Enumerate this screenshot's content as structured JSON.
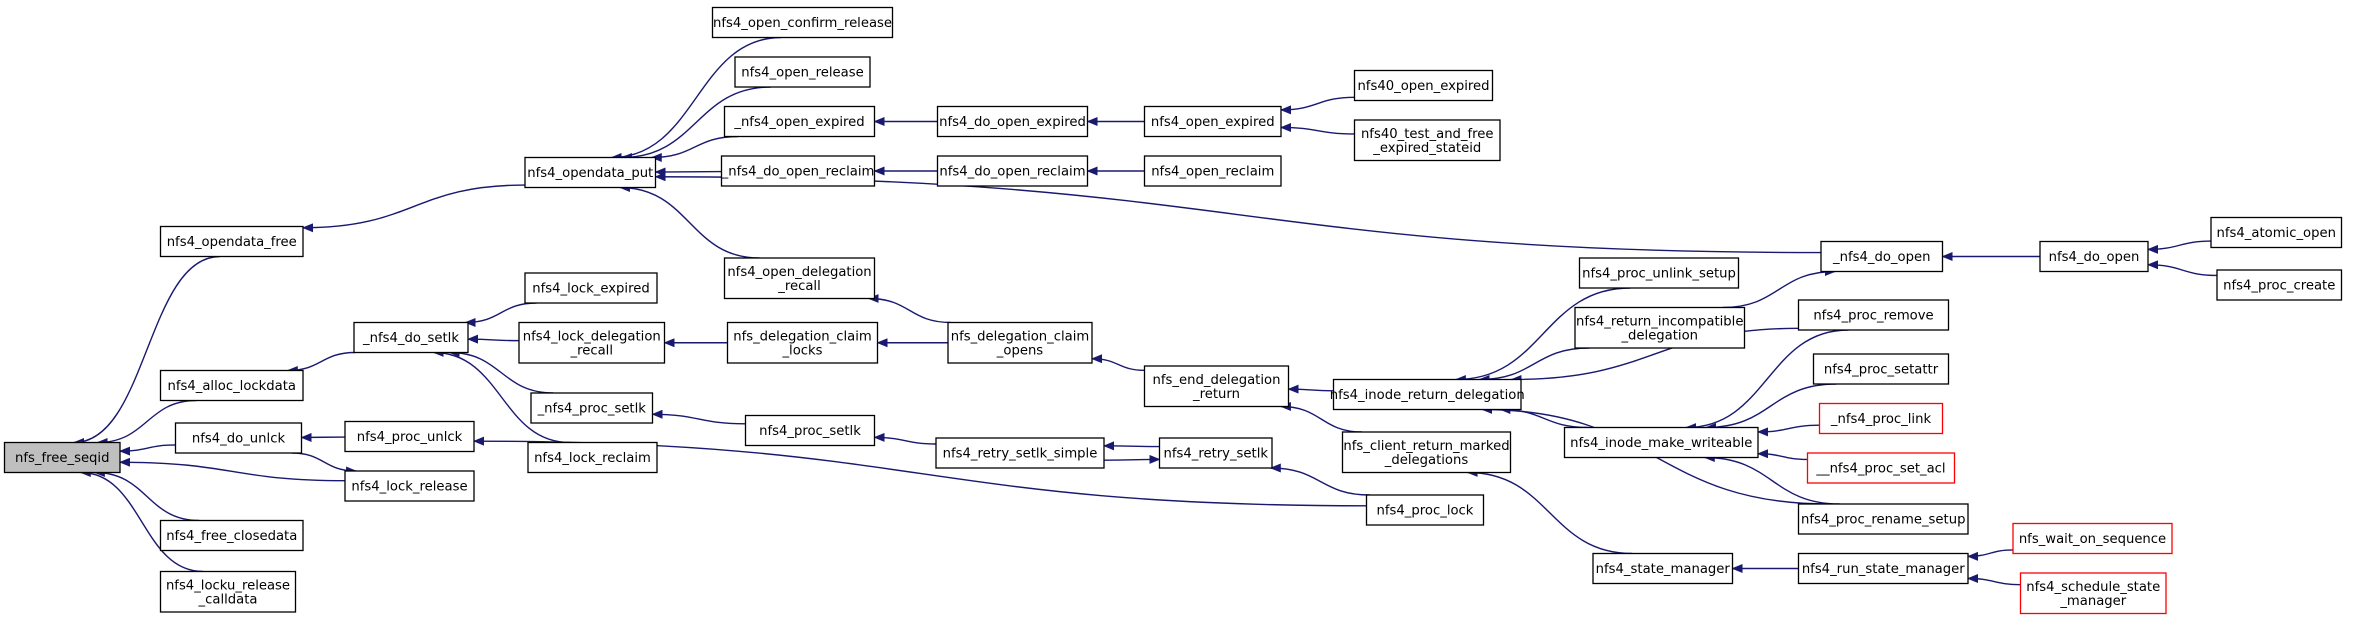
{
  "colors": {
    "edge": "#191970",
    "root_fill": "#bfbfbf",
    "red_border": "#ff0000"
  },
  "nodes": [
    {
      "id": "n0",
      "lines": [
        "nfs_free_seqid"
      ],
      "style": "root"
    },
    {
      "id": "n1",
      "lines": [
        "nfs4_opendata_free"
      ]
    },
    {
      "id": "n2",
      "lines": [
        "nfs4_alloc_lockdata"
      ]
    },
    {
      "id": "n3",
      "lines": [
        "nfs4_do_unlck"
      ]
    },
    {
      "id": "n4",
      "lines": [
        "nfs4_lock_release"
      ]
    },
    {
      "id": "n5",
      "lines": [
        "nfs4_free_closedata"
      ]
    },
    {
      "id": "n6",
      "lines": [
        "nfs4_locku_release",
        "_calldata"
      ]
    },
    {
      "id": "n7",
      "lines": [
        "nfs4_opendata_put"
      ]
    },
    {
      "id": "n8",
      "lines": [
        "_nfs4_do_setlk"
      ]
    },
    {
      "id": "n9",
      "lines": [
        "nfs4_proc_unlck"
      ]
    },
    {
      "id": "n10",
      "lines": [
        "nfs4_open_confirm_release"
      ]
    },
    {
      "id": "n11",
      "lines": [
        "nfs4_open_release"
      ]
    },
    {
      "id": "n12",
      "lines": [
        "_nfs4_open_expired"
      ]
    },
    {
      "id": "n13",
      "lines": [
        "_nfs4_do_open_reclaim"
      ]
    },
    {
      "id": "n14",
      "lines": [
        "nfs4_open_delegation",
        "_recall"
      ]
    },
    {
      "id": "n15",
      "lines": [
        "nfs4_lock_expired"
      ]
    },
    {
      "id": "n16",
      "lines": [
        "nfs4_lock_delegation",
        "_recall"
      ]
    },
    {
      "id": "n17",
      "lines": [
        "_nfs4_proc_setlk"
      ]
    },
    {
      "id": "n18",
      "lines": [
        "nfs4_lock_reclaim"
      ]
    },
    {
      "id": "n19",
      "lines": [
        "nfs4_do_open_expired"
      ]
    },
    {
      "id": "n20",
      "lines": [
        "nfs4_do_open_reclaim"
      ]
    },
    {
      "id": "n21",
      "lines": [
        "nfs_delegation_claim",
        "_locks"
      ]
    },
    {
      "id": "n22",
      "lines": [
        "nfs4_proc_setlk"
      ]
    },
    {
      "id": "n23",
      "lines": [
        "nfs4_open_expired"
      ]
    },
    {
      "id": "n24",
      "lines": [
        "nfs4_open_reclaim"
      ]
    },
    {
      "id": "n25",
      "lines": [
        "nfs_delegation_claim",
        "_opens"
      ]
    },
    {
      "id": "n26",
      "lines": [
        "nfs4_retry_setlk_simple"
      ]
    },
    {
      "id": "n27",
      "lines": [
        "nfs40_open_expired"
      ]
    },
    {
      "id": "n28",
      "lines": [
        "nfs40_test_and_free",
        "_expired_stateid"
      ]
    },
    {
      "id": "n29",
      "lines": [
        "nfs_end_delegation",
        "_return"
      ]
    },
    {
      "id": "n30",
      "lines": [
        "nfs4_retry_setlk"
      ]
    },
    {
      "id": "n31",
      "lines": [
        "nfs4_proc_unlink_setup"
      ]
    },
    {
      "id": "n32",
      "lines": [
        "nfs4_return_incompatible",
        "_delegation"
      ]
    },
    {
      "id": "n33",
      "lines": [
        "nfs4_inode_return_delegation"
      ]
    },
    {
      "id": "n34",
      "lines": [
        "nfs_client_return_marked",
        "_delegations"
      ]
    },
    {
      "id": "n35",
      "lines": [
        "nfs4_inode_make_writeable"
      ]
    },
    {
      "id": "n36",
      "lines": [
        "nfs4_state_manager"
      ]
    },
    {
      "id": "n37",
      "lines": [
        "_nfs4_do_open"
      ]
    },
    {
      "id": "n38",
      "lines": [
        "nfs4_proc_lock"
      ]
    },
    {
      "id": "n39",
      "lines": [
        "nfs4_proc_remove"
      ]
    },
    {
      "id": "n40",
      "lines": [
        "nfs4_proc_setattr"
      ]
    },
    {
      "id": "n41",
      "lines": [
        "_nfs4_proc_link"
      ],
      "style": "red"
    },
    {
      "id": "n42",
      "lines": [
        "__nfs4_proc_set_acl"
      ],
      "style": "red"
    },
    {
      "id": "n43",
      "lines": [
        "nfs4_proc_rename_setup"
      ]
    },
    {
      "id": "n44",
      "lines": [
        "nfs4_run_state_manager"
      ]
    },
    {
      "id": "n45",
      "lines": [
        "nfs4_do_open"
      ]
    },
    {
      "id": "n46",
      "lines": [
        "nfs_wait_on_sequence"
      ],
      "style": "red"
    },
    {
      "id": "n47",
      "lines": [
        "nfs4_schedule_state",
        "_manager"
      ],
      "style": "red"
    },
    {
      "id": "n48",
      "lines": [
        "nfs4_atomic_open"
      ]
    },
    {
      "id": "n49",
      "lines": [
        "nfs4_proc_create"
      ]
    }
  ],
  "edges": [
    [
      "n1",
      "n0"
    ],
    [
      "n2",
      "n0"
    ],
    [
      "n3",
      "n0"
    ],
    [
      "n4",
      "n0"
    ],
    [
      "n5",
      "n0"
    ],
    [
      "n6",
      "n0"
    ],
    [
      "n7",
      "n1"
    ],
    [
      "n8",
      "n2"
    ],
    [
      "n9",
      "n3"
    ],
    [
      "n3",
      "n4"
    ],
    [
      "n10",
      "n7"
    ],
    [
      "n11",
      "n7"
    ],
    [
      "n12",
      "n7"
    ],
    [
      "n13",
      "n7"
    ],
    [
      "n14",
      "n7"
    ],
    [
      "n37",
      "n7"
    ],
    [
      "n15",
      "n8"
    ],
    [
      "n16",
      "n8"
    ],
    [
      "n17",
      "n8"
    ],
    [
      "n18",
      "n8"
    ],
    [
      "n38",
      "n9"
    ],
    [
      "n19",
      "n12"
    ],
    [
      "n20",
      "n13"
    ],
    [
      "n25",
      "n14"
    ],
    [
      "n21",
      "n16"
    ],
    [
      "n22",
      "n17"
    ],
    [
      "n23",
      "n19"
    ],
    [
      "n24",
      "n20"
    ],
    [
      "n25",
      "n21"
    ],
    [
      "n26",
      "n22"
    ],
    [
      "n27",
      "n23"
    ],
    [
      "n28",
      "n23"
    ],
    [
      "n29",
      "n25"
    ],
    [
      "n30",
      "n26"
    ],
    [
      "n26",
      "n30"
    ],
    [
      "n33",
      "n29"
    ],
    [
      "n34",
      "n29"
    ],
    [
      "n38",
      "n30"
    ],
    [
      "n31",
      "n33"
    ],
    [
      "n32",
      "n33"
    ],
    [
      "n35",
      "n33"
    ],
    [
      "n39",
      "n33"
    ],
    [
      "n43",
      "n33"
    ],
    [
      "n36",
      "n34"
    ],
    [
      "n39",
      "n35"
    ],
    [
      "n40",
      "n35"
    ],
    [
      "n41",
      "n35"
    ],
    [
      "n42",
      "n35"
    ],
    [
      "n43",
      "n35"
    ],
    [
      "n44",
      "n36"
    ],
    [
      "n32",
      "n37"
    ],
    [
      "n45",
      "n37"
    ],
    [
      "n46",
      "n44"
    ],
    [
      "n47",
      "n44"
    ],
    [
      "n48",
      "n45"
    ],
    [
      "n49",
      "n45"
    ]
  ]
}
